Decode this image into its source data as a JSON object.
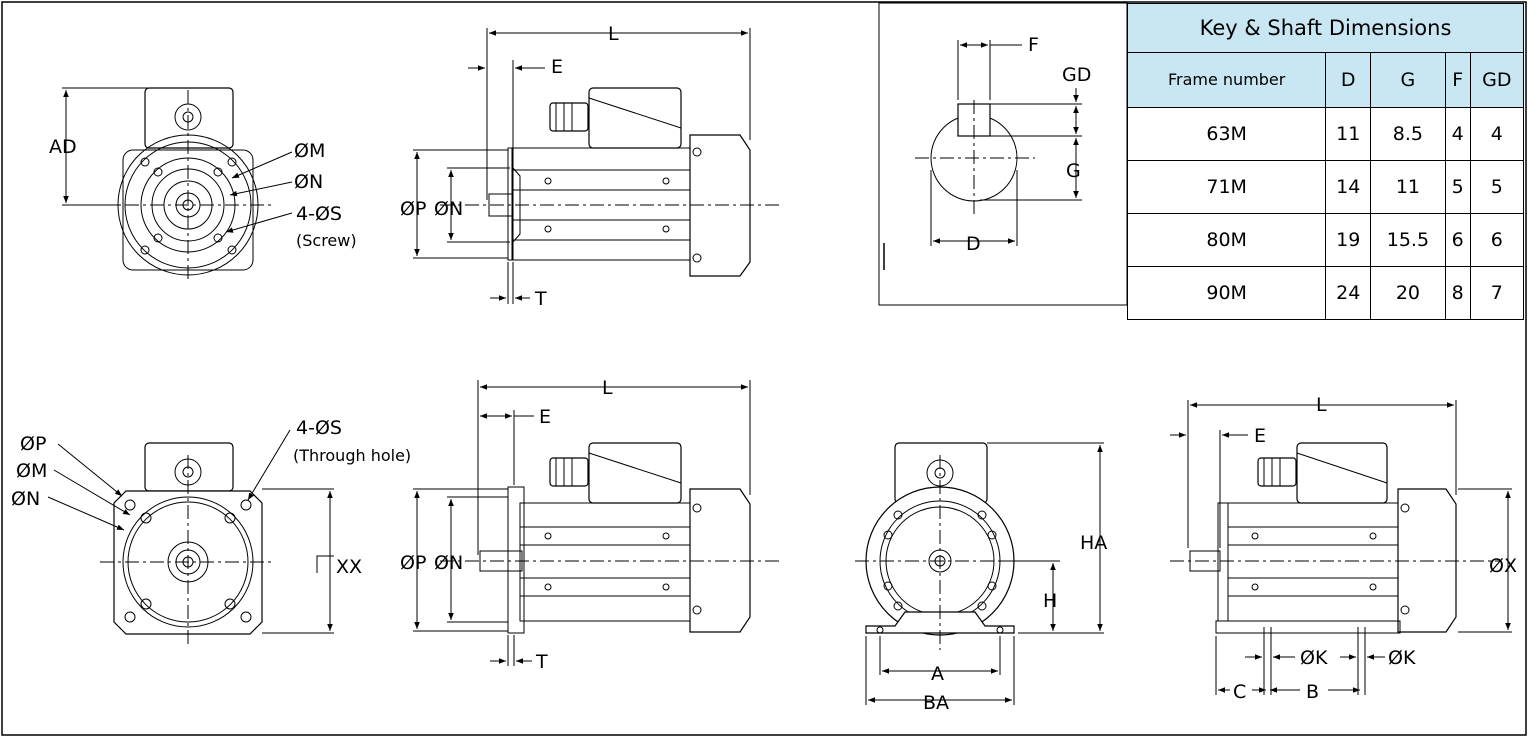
{
  "table": {
    "title": "Key & Shaft Dimensions",
    "headers": [
      "Frame number",
      "D",
      "G",
      "F",
      "GD"
    ],
    "rows": [
      [
        "63M",
        "11",
        "8.5",
        "4",
        "4"
      ],
      [
        "71M",
        "14",
        "11",
        "5",
        "5"
      ],
      [
        "80M",
        "19",
        "15.5",
        "6",
        "6"
      ],
      [
        "90M",
        "24",
        "20",
        "8",
        "7"
      ]
    ]
  },
  "labels": {
    "ad": "AD",
    "om": "ØM",
    "on": "ØN",
    "os_screw": "4-ØS",
    "screw_note": "(Screw)",
    "op": "ØP",
    "l": "L",
    "e": "E",
    "t": "T",
    "f": "F",
    "gd": "GD",
    "g": "G",
    "d": "D",
    "os_hole": "4-ØS",
    "hole_note": "(Through hole)",
    "xx": "XX",
    "ha": "HA",
    "h": "H",
    "a": "A",
    "ba": "BA",
    "ox": "ØX",
    "ok": "ØK",
    "b": "B",
    "c": "C"
  }
}
